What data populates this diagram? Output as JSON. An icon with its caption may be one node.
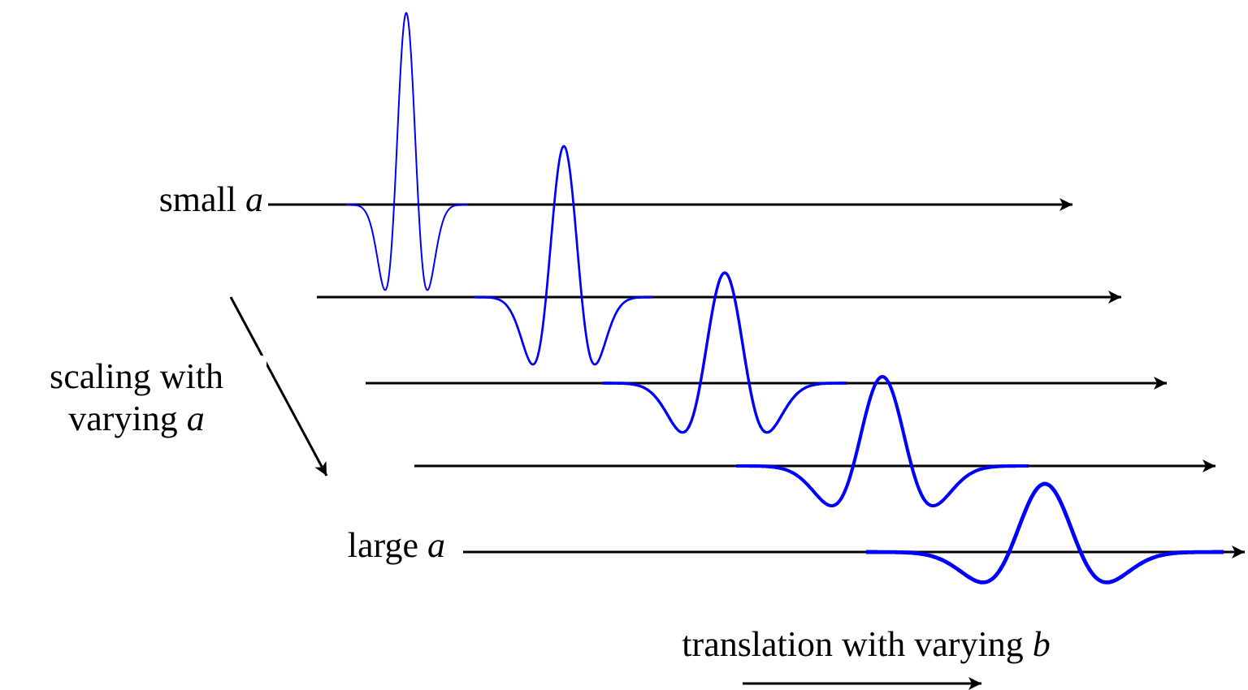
{
  "diagram": {
    "labels": [
      "small *a*",
      "scaling with varying *a*",
      "large *a*",
      "translation with varying *b*"
    ]
  }
}
